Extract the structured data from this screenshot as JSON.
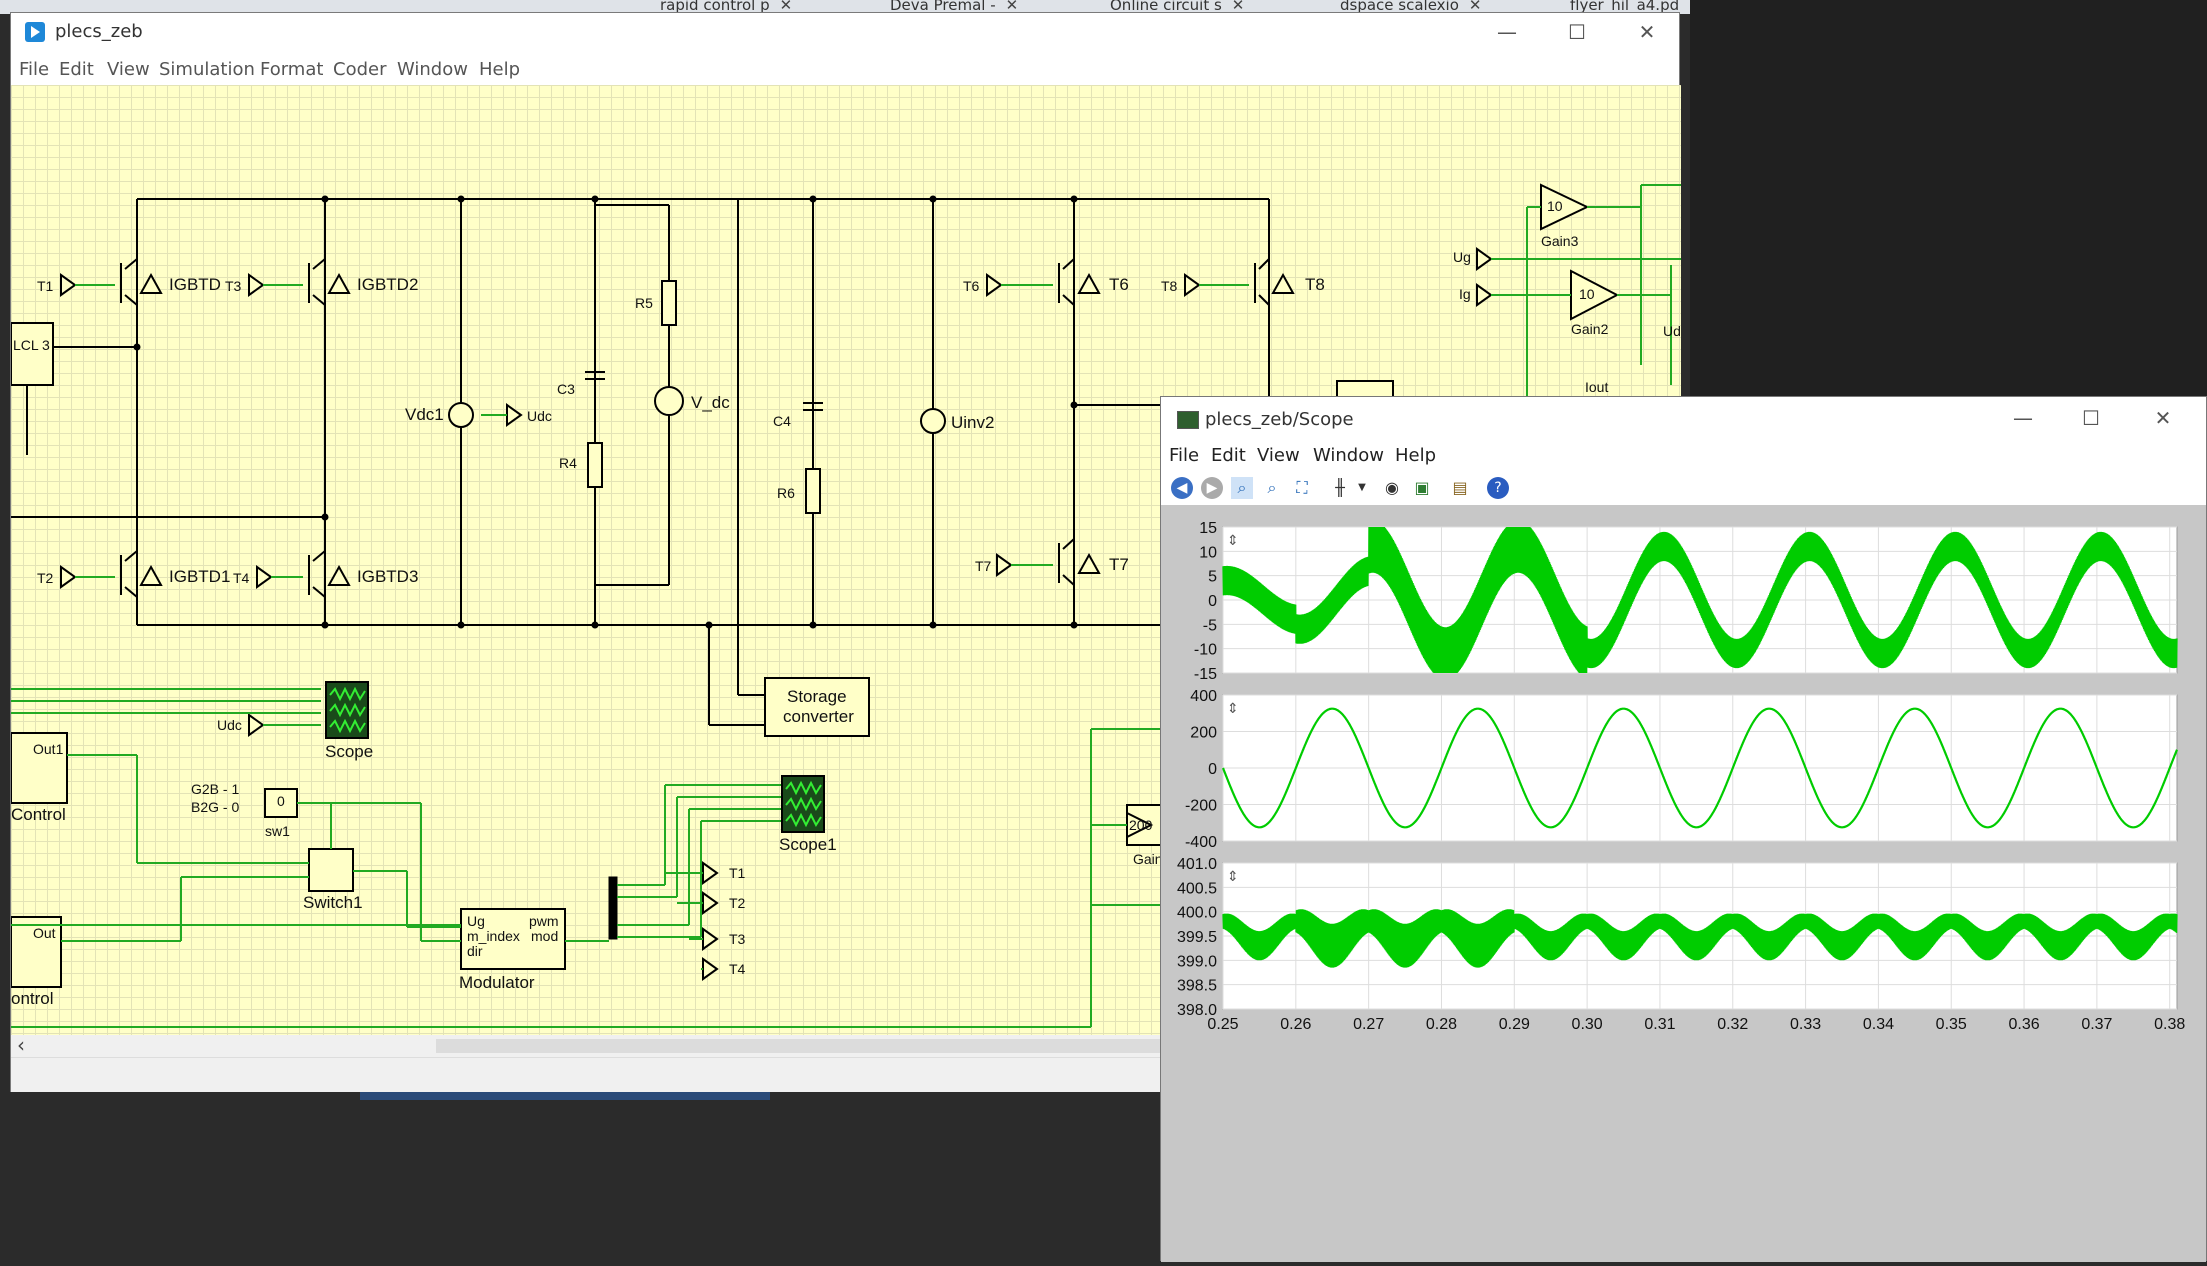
{
  "browser_tabs": [
    {
      "label": "rapid control p"
    },
    {
      "label": "Deva Premal -"
    },
    {
      "label": "Online circuit s"
    },
    {
      "label": "dspace scalexio"
    },
    {
      "label": "flyer_hil_a4.pd"
    }
  ],
  "main_window": {
    "title": "plecs_zeb",
    "menu": [
      "File",
      "Edit",
      "View",
      "Simulation",
      "Format",
      "Coder",
      "Window",
      "Help"
    ]
  },
  "schematic": {
    "labels": {
      "t1": "T1",
      "igbtd": "IGBTD",
      "t3": "T3",
      "igbtd2": "IGBTD2",
      "t2": "T2",
      "igbtd1": "IGBTD1",
      "t4": "T4",
      "igbtd3": "IGBTD3",
      "lcl3": "LCL 3",
      "vdc1": "Vdc1",
      "udc_out": "Udc",
      "c3": "C3",
      "r4": "R4",
      "r5": "R5",
      "vdc_src": "V_dc",
      "c4": "C4",
      "r6": "R6",
      "uinv2": "Uinv2",
      "t6_in": "T6",
      "t6": "T6",
      "t8_in": "T8",
      "t8": "T8",
      "t7_in": "T7",
      "t7": "T7",
      "ug": "Ug",
      "ig": "Ig",
      "gain3": "Gain3",
      "gain3_val": "10",
      "gain2": "Gain2",
      "gain2_val": "10",
      "iout": "Iout",
      "ud_partial": "Ud",
      "scope": "Scope",
      "udc_in": "Udc",
      "storage_line1": "Storage",
      "storage_line2": "converter",
      "out1": "Out1",
      "control1": "Control",
      "g2b": "G2B - 1",
      "b2g": "B2G - 0",
      "sw1_val": "0",
      "sw1": "sw1",
      "switch1": "Switch1",
      "out2": "Out",
      "control2": "ontrol",
      "mod_ug": "Ug",
      "mod_mindex": "m_index",
      "mod_dir": "dir",
      "mod_pwm": "pwm",
      "mod_mod": "mod",
      "modulator": "Modulator",
      "scope1": "Scope1",
      "o_t1": "T1",
      "o_t2": "T2",
      "o_t3": "T3",
      "o_t4": "T4",
      "gain200": "200",
      "gain_partial": "Gain"
    }
  },
  "scope_window": {
    "title": "plecs_zeb/Scope",
    "menu": [
      "File",
      "Edit",
      "View",
      "Window",
      "Help"
    ],
    "toolbar_icons": [
      "back-icon",
      "forward-icon",
      "zoom-icon",
      "zoom-out-icon",
      "fit-icon",
      "cursor-icon",
      "dropdown-icon",
      "eye-icon",
      "export-image-icon",
      "settings-icon",
      "help-icon"
    ],
    "trace_color": "#00cc00"
  },
  "chart_data": [
    {
      "type": "line",
      "title": "",
      "x": [
        0.25,
        0.26,
        0.27,
        0.28,
        0.29,
        0.3,
        0.31,
        0.32,
        0.33,
        0.34,
        0.35,
        0.36,
        0.37,
        0.38
      ],
      "xlim": [
        0.25,
        0.381
      ],
      "ylim": [
        -15,
        15
      ],
      "yticks": [
        "15",
        "10",
        "5",
        "0",
        "-5",
        "-10",
        "-15"
      ],
      "series": [
        {
          "envelope_amplitude": 11,
          "ripple": 3
        }
      ]
    },
    {
      "type": "line",
      "title": "",
      "xlim": [
        0.25,
        0.381
      ],
      "ylim": [
        -400,
        400
      ],
      "yticks": [
        "400",
        "200",
        "0",
        "-200",
        "-400"
      ],
      "series": [
        {
          "amplitude": 325,
          "frequency_hz": 50
        }
      ]
    },
    {
      "type": "line",
      "title": "",
      "xlim": [
        0.25,
        0.381
      ],
      "ylim": [
        398.0,
        401.0
      ],
      "yticks": [
        "401.0",
        "400.5",
        "400.0",
        "399.5",
        "399.0",
        "398.5",
        "398.0"
      ],
      "series": [
        {
          "mean": 399.75,
          "ripple_amplitude": 0.5,
          "frequency_hz": 100
        }
      ]
    }
  ],
  "x_tick_labels": [
    "0.25",
    "0.26",
    "0.27",
    "0.28",
    "0.29",
    "0.30",
    "0.31",
    "0.32",
    "0.33",
    "0.34",
    "0.35",
    "0.36",
    "0.37",
    "0.38"
  ]
}
